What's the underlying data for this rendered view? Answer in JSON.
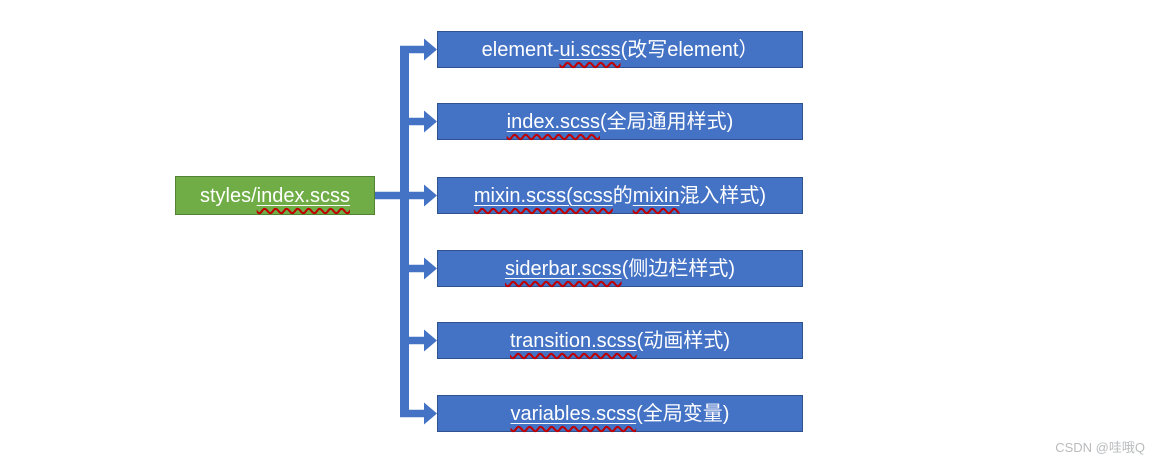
{
  "root_box": {
    "parts": [
      {
        "text": "styles/",
        "misspelled": false
      },
      {
        "text": "index.scss",
        "misspelled": true
      }
    ]
  },
  "file_boxes": [
    {
      "parts": [
        {
          "text": "element-",
          "misspelled": false
        },
        {
          "text": "ui.scss",
          "misspelled": true
        },
        {
          "text": "(改写element）",
          "misspelled": false
        }
      ]
    },
    {
      "parts": [
        {
          "text": "index.scss",
          "misspelled": true
        },
        {
          "text": "(全局通用样式)",
          "misspelled": false
        }
      ]
    },
    {
      "parts": [
        {
          "text": "mixin.scss(scss",
          "misspelled": true
        },
        {
          "text": "的",
          "misspelled": false
        },
        {
          "text": "mixin",
          "misspelled": true
        },
        {
          "text": "混入样式)",
          "misspelled": false
        }
      ]
    },
    {
      "parts": [
        {
          "text": "siderbar.scss",
          "misspelled": true
        },
        {
          "text": "(侧边栏样式)",
          "misspelled": false
        }
      ]
    },
    {
      "parts": [
        {
          "text": "transition.scss",
          "misspelled": true
        },
        {
          "text": "(动画样式)",
          "misspelled": false
        }
      ]
    },
    {
      "parts": [
        {
          "text": "variables.scss",
          "misspelled": true
        },
        {
          "text": "(全局变量)",
          "misspelled": false
        }
      ]
    }
  ],
  "watermark": "CSDN @哇哦Q",
  "colors": {
    "root_fill": "#70AD47",
    "root_border": "#548235",
    "file_fill": "#4472C4",
    "file_border": "#2F528F",
    "connector": "#4472C4",
    "spellcheck": "#C00000",
    "text": "#FFFFFF"
  }
}
